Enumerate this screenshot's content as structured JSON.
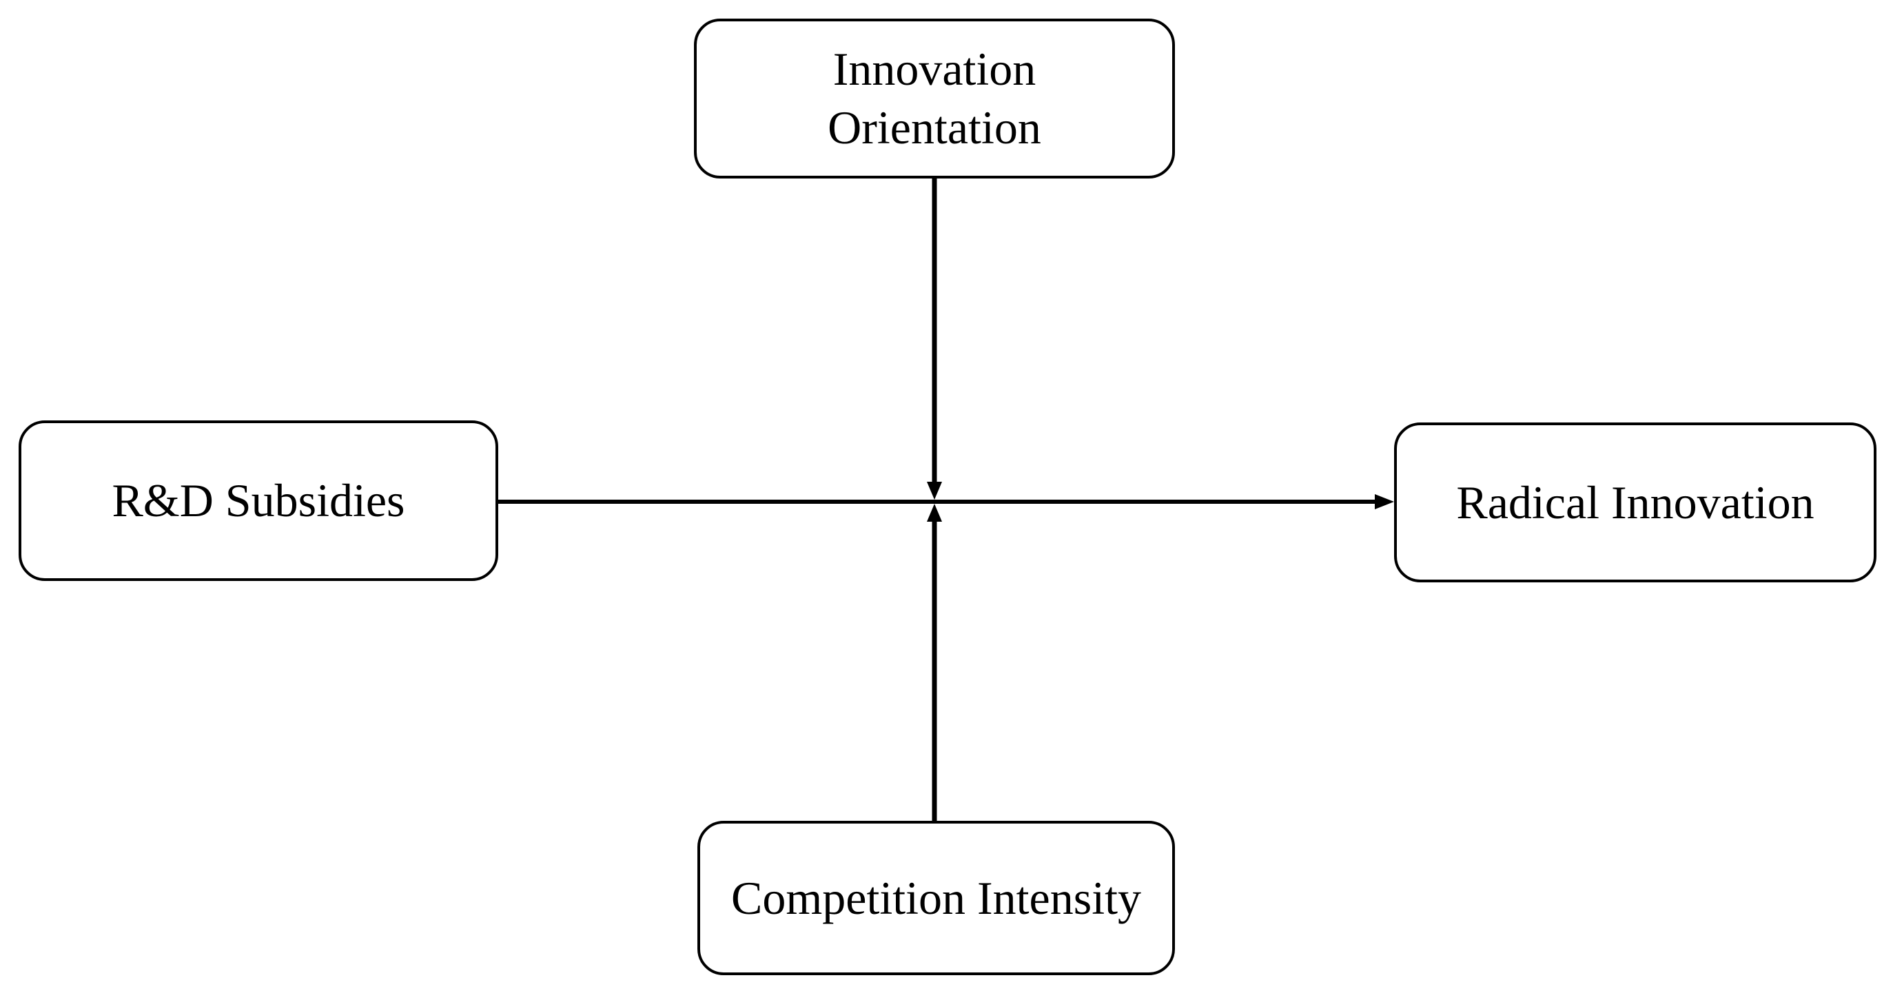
{
  "figure": {
    "type": "conceptual-moderation-model",
    "background_color": "#ffffff",
    "line_color": "#000000",
    "box_fill_color": "#ffffff",
    "box_border_color": "#000000",
    "nodes": {
      "innovation_orientation": {
        "label": "Innovation Orientation",
        "lines": [
          "Innovation",
          "Orientation"
        ],
        "position": "top-center"
      },
      "rd_subsidies": {
        "label": "R&D Subsidies",
        "position": "middle-left"
      },
      "radical_innovation": {
        "label": "Radical Innovation",
        "position": "middle-right"
      },
      "competition_intensity": {
        "label": "Competition Intensity",
        "position": "bottom-center"
      }
    },
    "edges": [
      {
        "from": "rd_subsidies",
        "to": "radical_innovation",
        "style": "solid",
        "arrowhead": "right",
        "kind": "direct-effect"
      },
      {
        "from": "innovation_orientation",
        "to": "edge rd_subsidies->radical_innovation",
        "style": "solid",
        "arrowhead": "down",
        "kind": "moderator-effect"
      },
      {
        "from": "competition_intensity",
        "to": "edge rd_subsidies->radical_innovation",
        "style": "solid",
        "arrowhead": "up",
        "kind": "moderator-effect"
      }
    ]
  }
}
